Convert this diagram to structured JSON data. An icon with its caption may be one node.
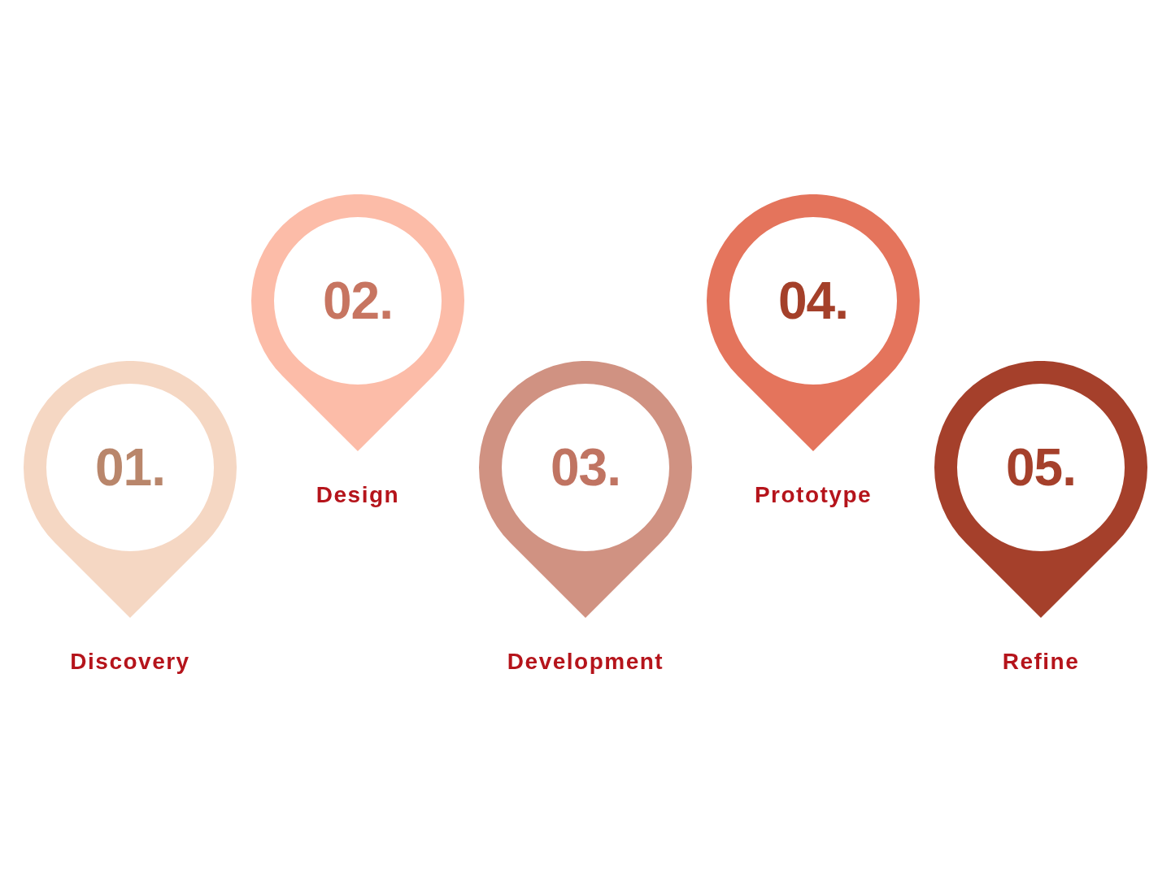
{
  "diagram": {
    "nodes": [
      {
        "text": [
          "01."
        ],
        "beside": [
          "Discovery"
        ]
      },
      {
        "text": [
          "02."
        ],
        "beside": [
          "Design"
        ]
      },
      {
        "text": [
          "03."
        ],
        "beside": [
          "Development"
        ]
      },
      {
        "text": [
          "04."
        ],
        "beside": [
          "Prototype"
        ]
      },
      {
        "text": [
          "05."
        ],
        "beside": [
          "Refine"
        ]
      }
    ]
  }
}
